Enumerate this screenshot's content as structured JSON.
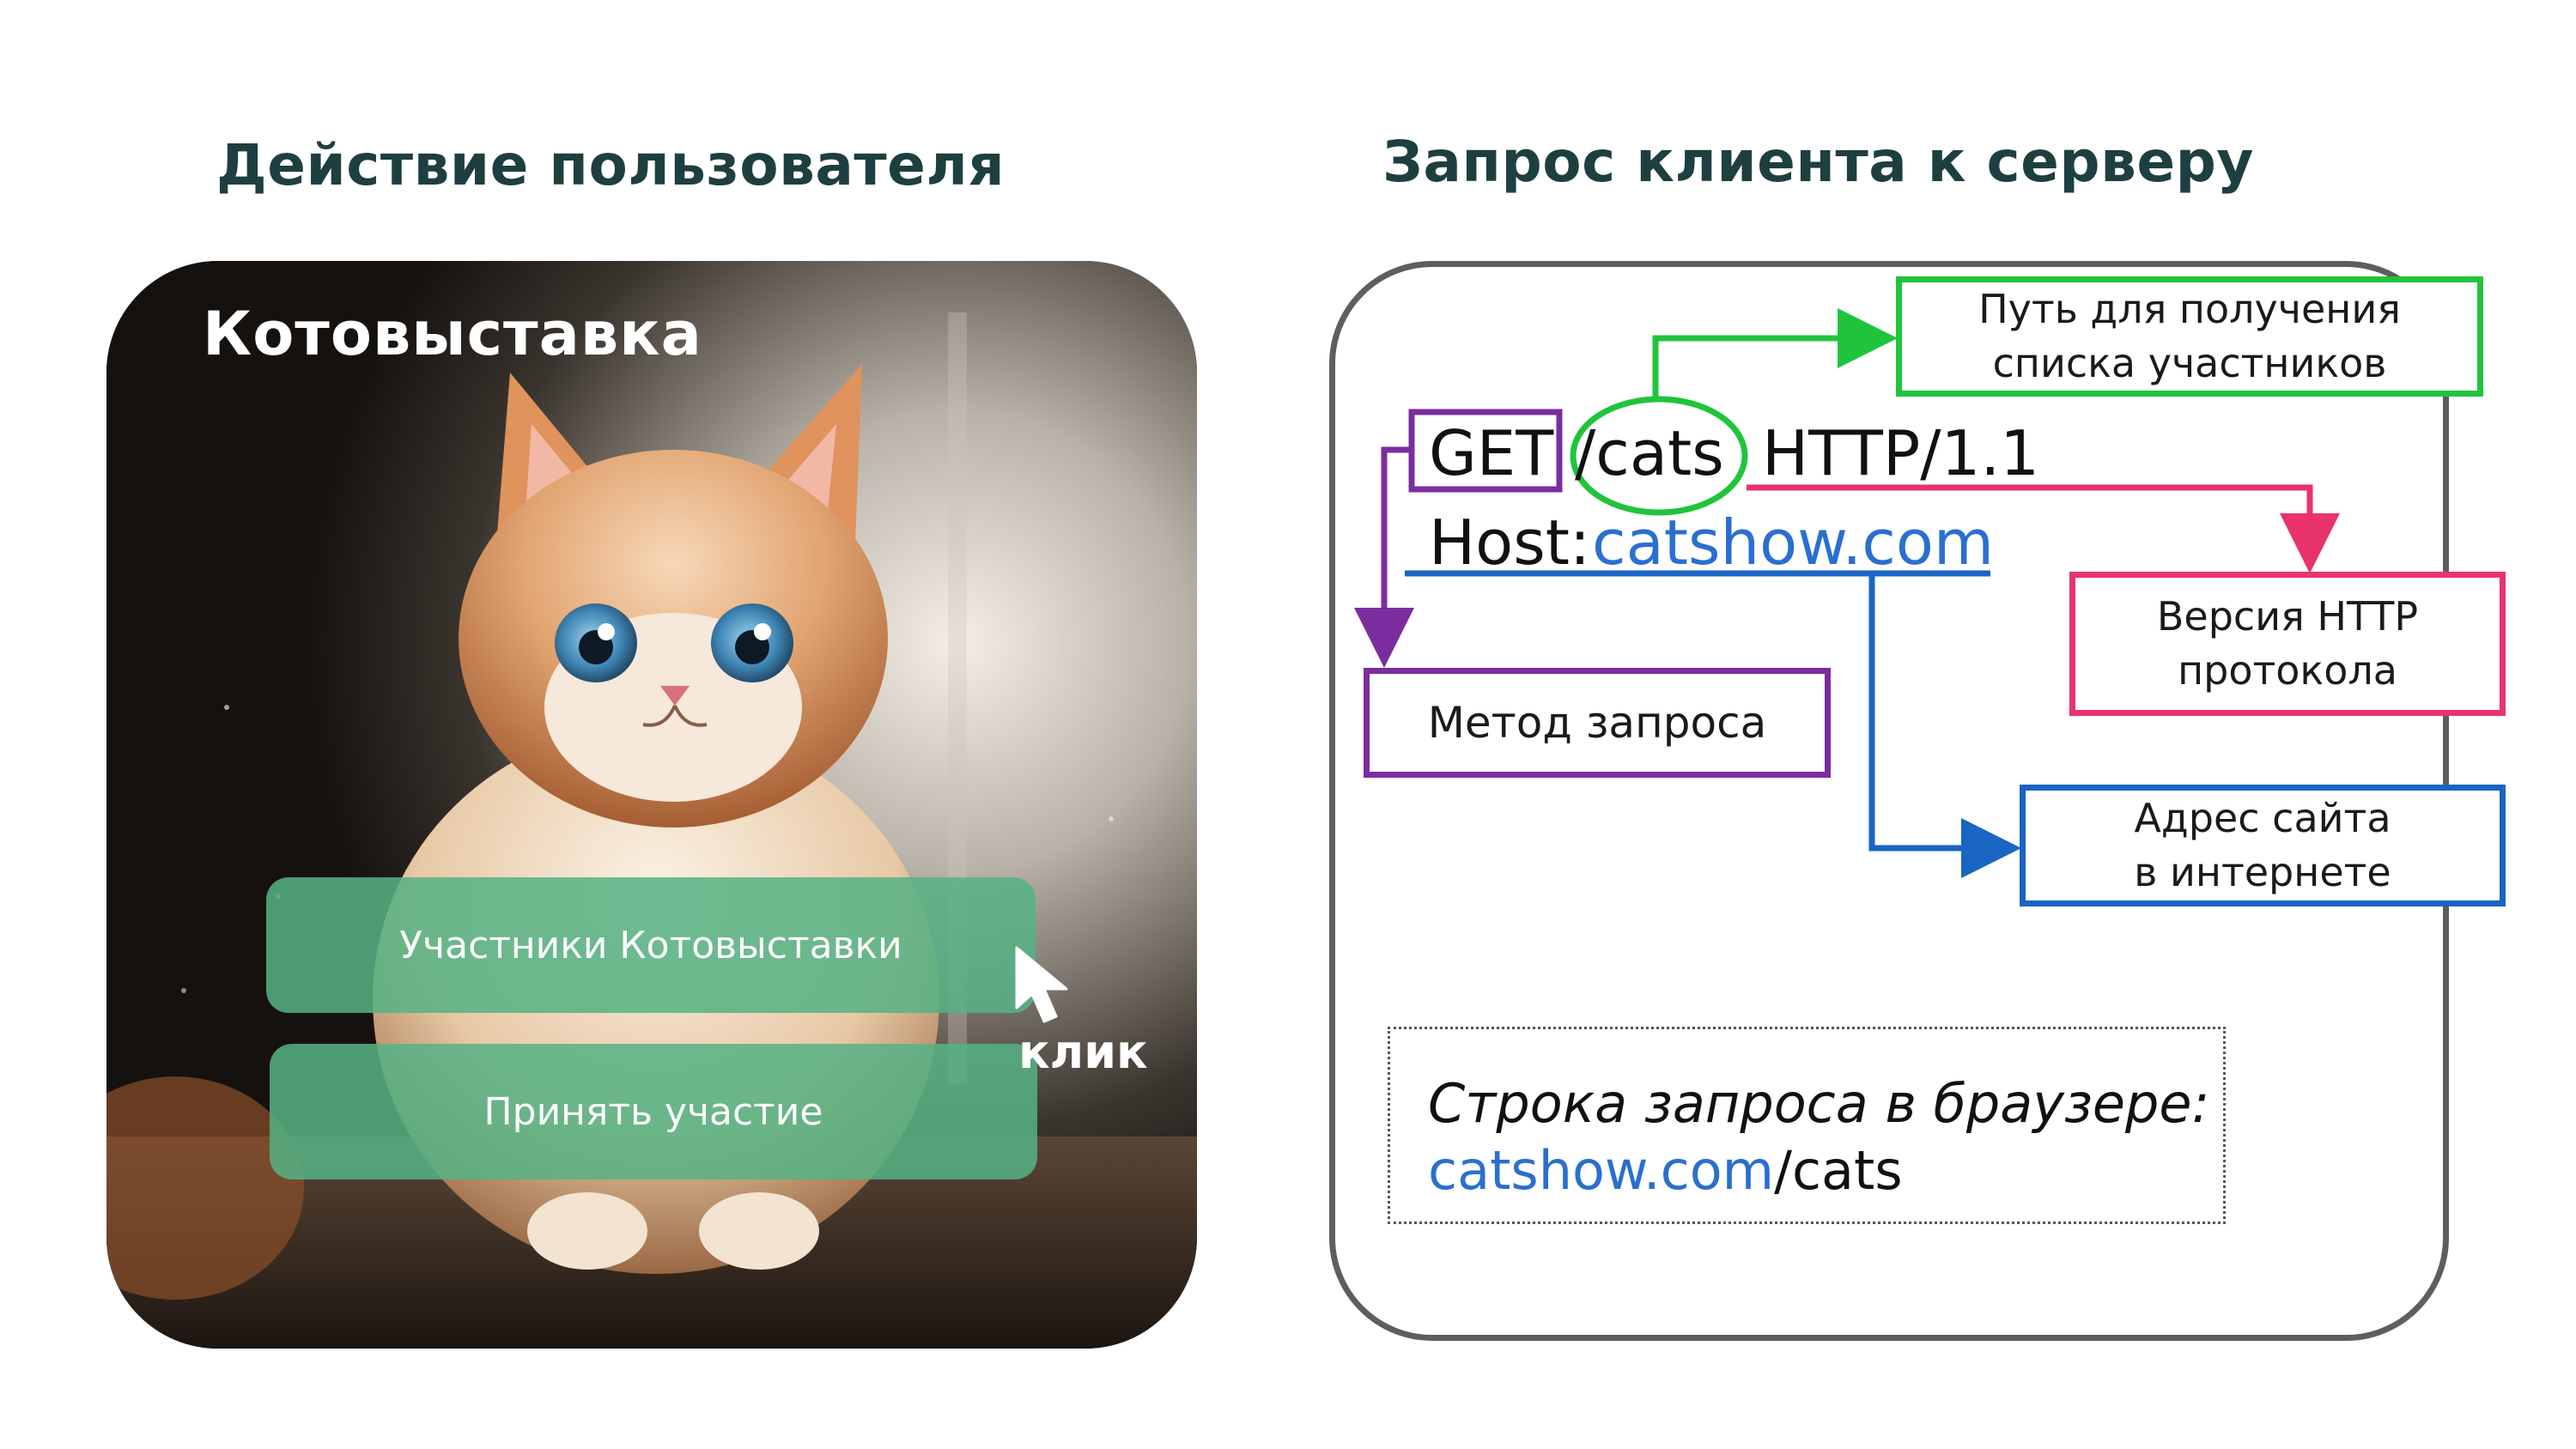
{
  "headings": {
    "left": "Действие пользователя",
    "right": "Запрос клиента к серверу"
  },
  "app_card": {
    "title": "Котовыставка",
    "buttons": {
      "participants": "Участники Котовыставки",
      "join": "Принять участие"
    },
    "click_label": "клик"
  },
  "request": {
    "method": "GET",
    "path": "/cats",
    "version": "HTTP/1.1",
    "host_key": "Host:",
    "host_value": "catshow.com"
  },
  "annotations": {
    "path": [
      "Путь для получения",
      "списка участников"
    ],
    "version": [
      "Версия HTTP",
      "протокола"
    ],
    "method": [
      "Метод запроса"
    ],
    "site": [
      "Адрес сайта",
      "в интернете"
    ]
  },
  "browser_line": {
    "label": "Строка запроса в браузере:",
    "host": "catshow.com",
    "path": "/cats"
  },
  "colors": {
    "method": "#7b2d9f",
    "path": "#20c43c",
    "version": "#e8336b",
    "host": "#1a64c4",
    "heading": "#1e3f40",
    "button": "#56b284",
    "link": "#2a6fd0"
  },
  "icons": {
    "cursor": "mouse-pointer-icon"
  }
}
